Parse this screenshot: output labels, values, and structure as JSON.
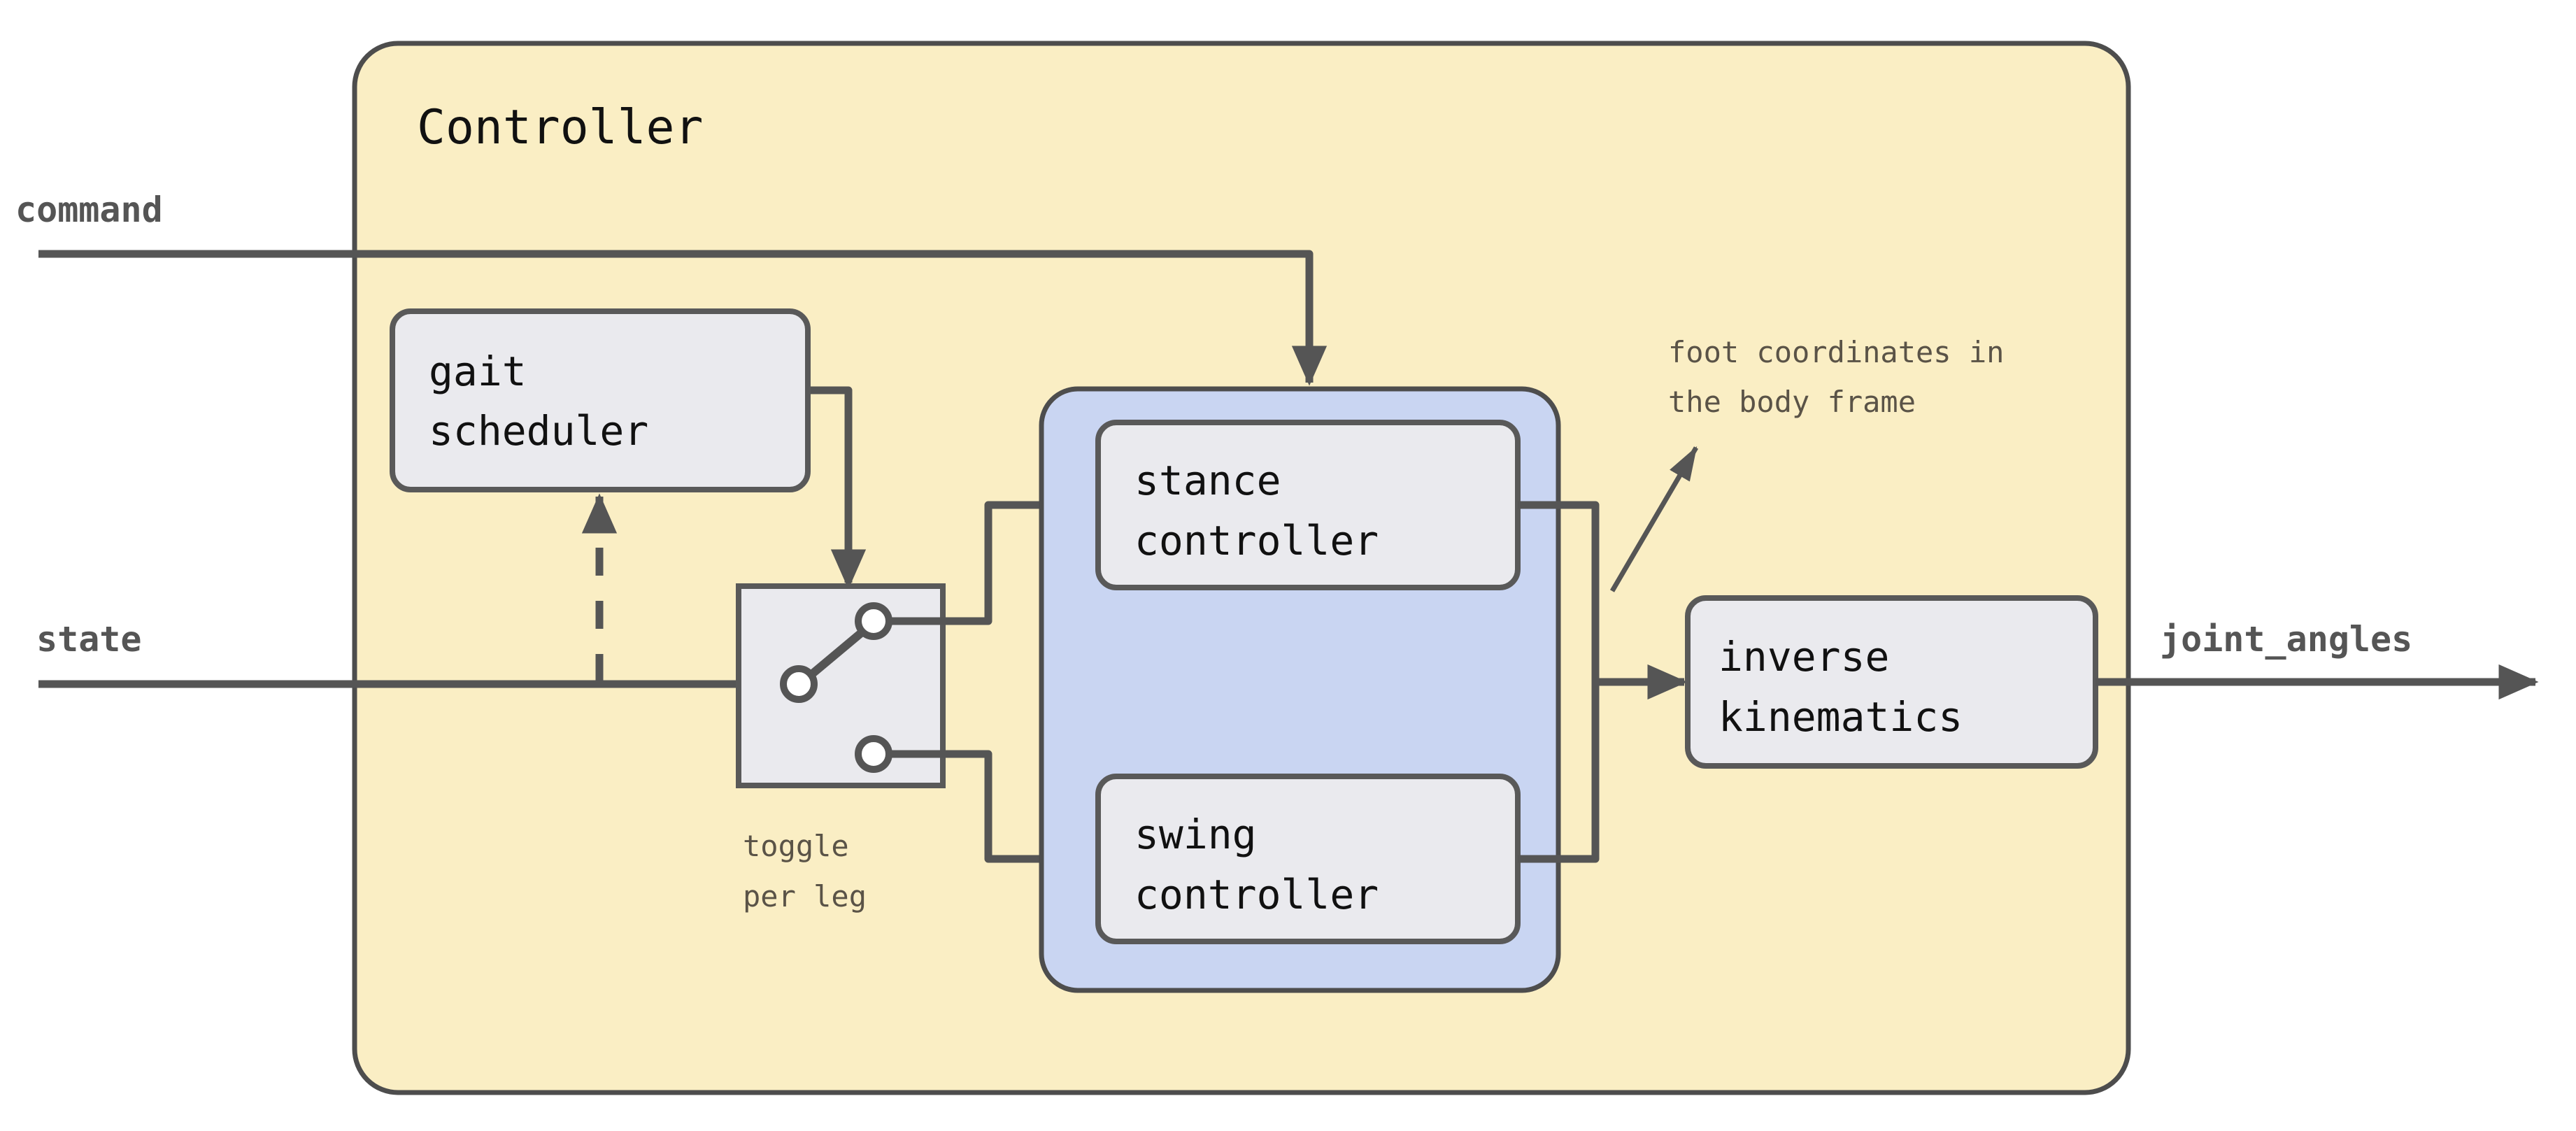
{
  "diagram": {
    "title": "Controller",
    "colors": {
      "controller_fill": "#faeec4",
      "controller_stroke": "#4d4d4d",
      "group_fill": "#c9d5f2",
      "group_stroke": "#4d4d4d",
      "block_fill": "#eaeaee",
      "block_stroke": "#595959",
      "line": "#555555",
      "note_text": "#5a5347",
      "io_text": "#555555",
      "block_text": "#111111",
      "page_background": "#ffffff"
    },
    "container": {
      "name": "Controller",
      "label": "Controller"
    },
    "group": {
      "name": "leg-controllers-group",
      "label": ""
    },
    "blocks": [
      {
        "id": "gait_scheduler",
        "label": "gait\nscheduler"
      },
      {
        "id": "toggle",
        "label": ""
      },
      {
        "id": "stance_controller",
        "label": "stance\ncontroller"
      },
      {
        "id": "swing_controller",
        "label": "swing\ncontroller"
      },
      {
        "id": "inverse_kinematics",
        "label": "inverse\nkinematics"
      }
    ],
    "block_labels": {
      "gait_scheduler_line1": "gait",
      "gait_scheduler_line2": "scheduler",
      "stance_line1": "stance",
      "stance_line2": "controller",
      "swing_line1": "swing",
      "swing_line2": "controller",
      "ik_line1": "inverse",
      "ik_line2": "kinematics"
    },
    "io": {
      "input_command": "command",
      "input_state": "state",
      "output_joint_angles": "joint_angles"
    },
    "notes": {
      "toggle_line1": "toggle",
      "toggle_line2": "per leg",
      "foot_coords_line1": "foot coordinates in",
      "foot_coords_line2": "the body frame"
    },
    "edges": [
      {
        "from": "command",
        "to": "leg-controllers-group",
        "style": "solid"
      },
      {
        "from": "state",
        "to": "toggle",
        "style": "solid"
      },
      {
        "from": "state",
        "to": "gait_scheduler",
        "style": "dashed"
      },
      {
        "from": "gait_scheduler",
        "to": "toggle",
        "style": "dashed"
      },
      {
        "from": "toggle",
        "to": "stance_controller",
        "style": "solid"
      },
      {
        "from": "toggle",
        "to": "swing_controller",
        "style": "solid"
      },
      {
        "from": "stance_controller",
        "to": "inverse_kinematics",
        "style": "solid"
      },
      {
        "from": "swing_controller",
        "to": "inverse_kinematics",
        "style": "solid"
      },
      {
        "from": "inverse_kinematics",
        "to": "joint_angles",
        "style": "solid"
      },
      {
        "from": "foot_coords_note",
        "to": "merge_point",
        "style": "annotation"
      }
    ]
  }
}
